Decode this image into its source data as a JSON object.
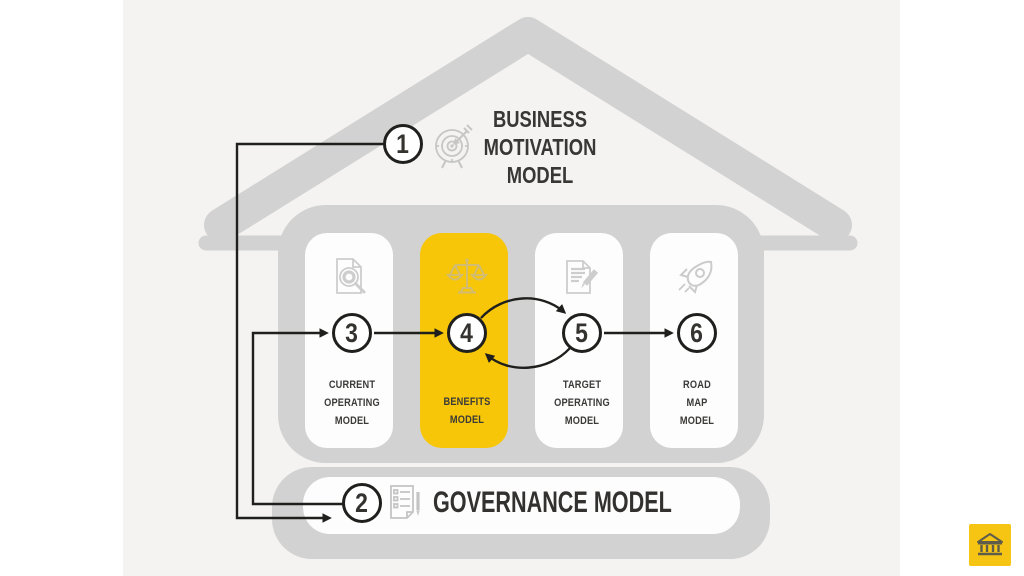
{
  "app": {
    "type": "presentation-slide"
  },
  "colors": {
    "canvas_bg": "#FFFFFF",
    "slide_bg": "#F4F3F1",
    "house_gray": "#D2D2D2",
    "accent_yellow": "#F7C608",
    "line_black": "#1F1F1D",
    "text_dark": "#3B3A38",
    "icon_gray": "#C9C9C9",
    "benefits_icon_khaki": "#D2BC72",
    "watermark_yellow": "#F6C514",
    "watermark_icon_gray": "#5E5C4B"
  },
  "diagram": {
    "roof": {
      "step": "1",
      "title": "BUSINESS\nMOTIVATION\nMODEL",
      "icon": "target-icon"
    },
    "pillars": [
      {
        "step": "3",
        "label": "CURRENT\nOPERATING\nMODEL",
        "icon": "document-search-icon",
        "highlighted": false
      },
      {
        "step": "4",
        "label": "BENEFITS\nMODEL",
        "icon": "scales-icon",
        "highlighted": true
      },
      {
        "step": "5",
        "label": "TARGET\nOPERATING\nMODEL",
        "icon": "document-edit-icon",
        "highlighted": false
      },
      {
        "step": "6",
        "label": "ROAD\nMAP\nMODEL",
        "icon": "rocket-icon",
        "highlighted": false
      }
    ],
    "foundation": {
      "step": "2",
      "label": "GOVERNANCE MODEL",
      "icon": "clipboard-icon"
    },
    "connections": [
      {
        "from": "1",
        "to": "2",
        "style": "elbow"
      },
      {
        "from": "2",
        "to": "3",
        "style": "elbow"
      },
      {
        "from": "3",
        "to": "4",
        "style": "straight"
      },
      {
        "from": "4",
        "to": "5",
        "style": "curved"
      },
      {
        "from": "5",
        "to": "4",
        "style": "curved"
      },
      {
        "from": "5",
        "to": "6",
        "style": "straight"
      }
    ]
  },
  "watermark": {
    "icon": "bank-icon"
  }
}
